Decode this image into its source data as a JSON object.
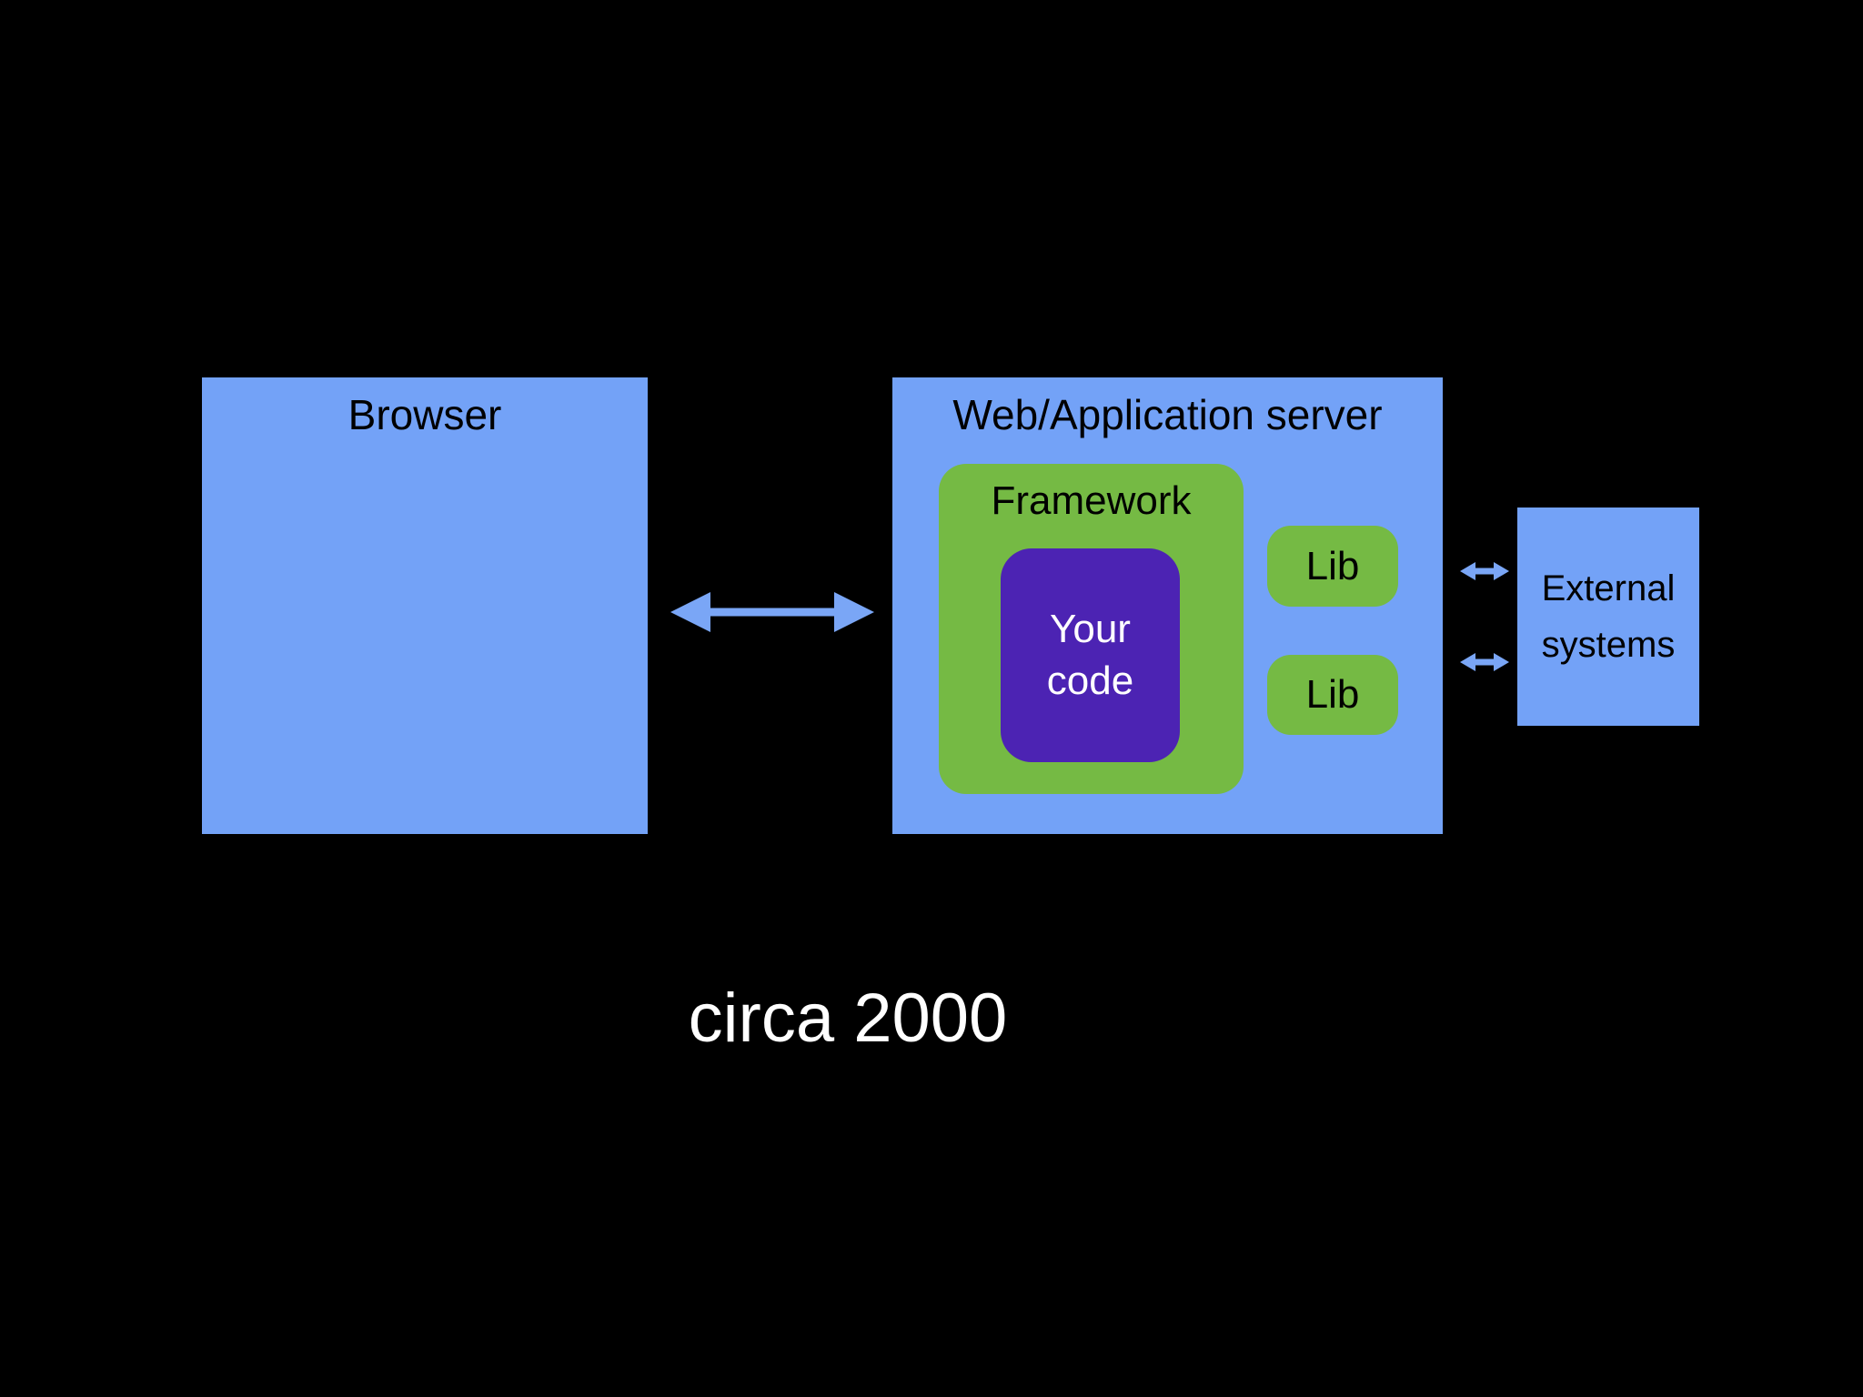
{
  "caption": "circa 2000",
  "colors": {
    "background": "#000000",
    "box_blue": "#73A2F7",
    "green": "#75BA44",
    "purple": "#4C23B3",
    "arrow_blue": "#7AA6F6",
    "title_text": "#000000",
    "light_text": "#FFFFFF"
  },
  "nodes": {
    "browser": {
      "label": "Browser"
    },
    "server": {
      "label": "Web/Application server"
    },
    "framework": {
      "label": "Framework"
    },
    "your_code": {
      "lines": [
        "Your",
        "code"
      ]
    },
    "lib_top": {
      "label": "Lib"
    },
    "lib_bottom": {
      "label": "Lib"
    },
    "external": {
      "lines": [
        "External",
        "systems"
      ]
    }
  },
  "edges": [
    {
      "from": "browser",
      "to": "server",
      "type": "bidirectional"
    },
    {
      "from": "server",
      "to": "external",
      "type": "bidirectional"
    },
    {
      "from": "server",
      "to": "external",
      "type": "bidirectional"
    }
  ]
}
